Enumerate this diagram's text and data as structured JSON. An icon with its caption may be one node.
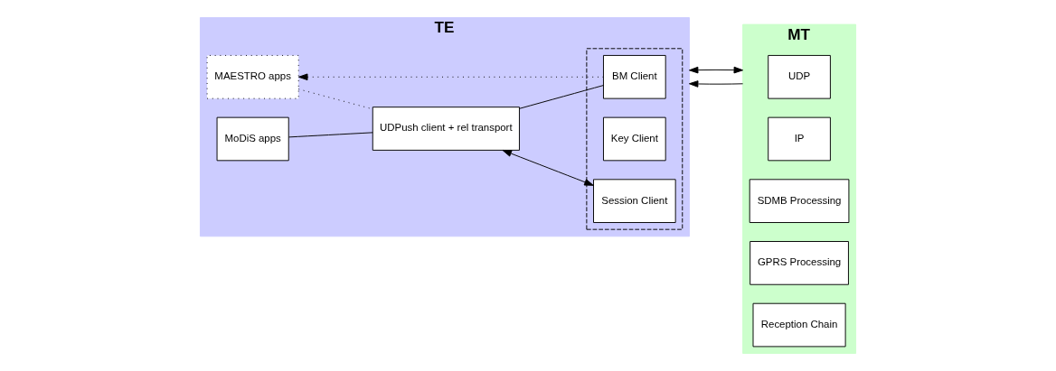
{
  "diagram": {
    "nodes": [
      {
        "text": [
          "TE"
        ]
      },
      {
        "text": [
          "MAESTRO apps"
        ],
        "in": 0
      },
      {
        "text": [],
        "shape": "box",
        "in": 0
      },
      {
        "text": [
          "Session Client"
        ],
        "in": 2
      },
      {
        "text": [
          "Key Client"
        ],
        "in": 2
      },
      {
        "text": [
          "MoDiS apps"
        ],
        "in": 0
      },
      {
        "text": [
          "UDPush client + rel transport"
        ],
        "in": 0
      },
      {
        "text": [
          "BM Client"
        ],
        "in": 2
      },
      {
        "text": [
          "MT"
        ]
      },
      {
        "text": [
          "UDP"
        ],
        "in": 8
      },
      {
        "text": [
          "IP"
        ],
        "in": 8
      },
      {
        "text": [
          "SDMB Processing"
        ],
        "in": 8
      },
      {
        "text": [
          "GPRS Processing"
        ],
        "in": 8
      },
      {
        "text": [
          "Reception Chain"
        ],
        "in": 8
      }
    ],
    "edges": [
      {
        "from": 7,
        "to": 1,
        "arrow": "to",
        "style": "dashed"
      },
      {
        "from": 1,
        "to": 6,
        "arrow": "none",
        "style": "dashed"
      },
      {
        "from": 6,
        "to": 3,
        "arrow": "both"
      },
      {
        "from": 5,
        "to": 6,
        "arrow": "none"
      },
      {
        "from": 6,
        "to": 7,
        "arrow": "none"
      },
      {
        "from": 8,
        "to": 0,
        "arrow": "to"
      },
      {
        "from": 0,
        "to": 8,
        "arrow": "both"
      }
    ]
  }
}
